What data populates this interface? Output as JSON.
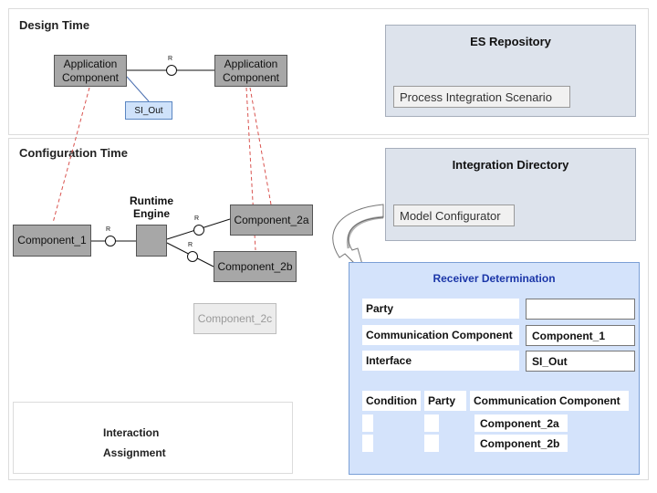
{
  "design_time": {
    "title": "Design Time",
    "app_component_left": "Application Component",
    "app_component_right": "Application Component",
    "si_out": "SI_Out",
    "interaction_marker": "R"
  },
  "es_repository": {
    "title": "ES Repository",
    "button": "Process Integration Scenario"
  },
  "configuration_time": {
    "title": "Configuration Time",
    "component_1": "Component_1",
    "runtime_engine": "Runtime Engine",
    "component_2a": "Component_2a",
    "component_2b": "Component_2b",
    "component_2c": "Component_2c",
    "interaction_marker": "R"
  },
  "integration_directory": {
    "title": "Integration Directory",
    "button": "Model Configurator"
  },
  "receiver_determination": {
    "title": "Receiver Determination",
    "fields": [
      {
        "label": "Party",
        "value": ""
      },
      {
        "label": "Communication Component",
        "value": "Component_1"
      },
      {
        "label": "Interface",
        "value": "SI_Out"
      }
    ],
    "table": {
      "headers": [
        "Condition",
        "Party",
        "Communication Component"
      ],
      "rows": [
        [
          "",
          "",
          "Component_2a"
        ],
        [
          "",
          "",
          "Component_2b"
        ]
      ]
    }
  },
  "legend": {
    "interaction_marker": "R",
    "interaction": "Interaction",
    "assignment": "Assignment"
  },
  "colors": {
    "component_box": "#a7a7a7",
    "assignment_line": "#d9534f",
    "receiver_panel": "#d4e3fb",
    "receiver_title": "#1b36a8"
  }
}
